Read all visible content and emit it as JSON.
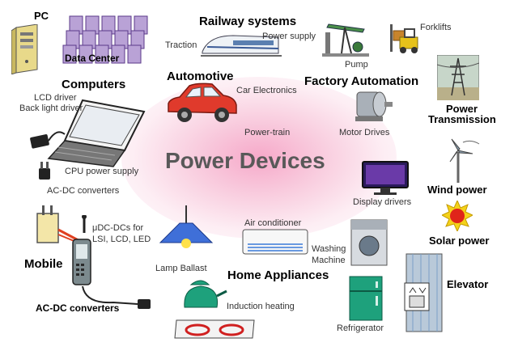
{
  "title": "Power Devices",
  "categories": {
    "pc": "PC",
    "data_center": "Data Center",
    "computers": "Computers",
    "railway": "Railway systems",
    "automotive": "Automotive",
    "factory": "Factory Automation",
    "power_transmission_1": "Power",
    "power_transmission_2": "Transmission",
    "wind": "Wind power",
    "solar": "Solar power",
    "mobile": "Mobile",
    "home": "Home Appliances",
    "elevator": "Elevator",
    "acdc_bottom": "AC-DC converters"
  },
  "labels": {
    "traction": "Traction",
    "power_supply": "Power supply",
    "pump": "Pump",
    "forklifts": "Forklifts",
    "lcd_driver": "LCD driver",
    "backlight_driver": "Back light driver",
    "car_electronics": "Car Electronics",
    "power_train": "Power-train",
    "motor_drives": "Motor Drives",
    "cpu_power": "CPU power supply",
    "acdc_top": "AC-DC converters",
    "display_drivers": "Display drivers",
    "udcdc_1": "μDC-DCs for",
    "udcdc_2": "LSI, LCD, LED",
    "air_conditioner": "Air conditioner",
    "washing_1": "Washing",
    "washing_2": "Machine",
    "lamp_ballast": "Lamp Ballast",
    "induction": "Induction heating",
    "refrigerator": "Refrigerator"
  }
}
